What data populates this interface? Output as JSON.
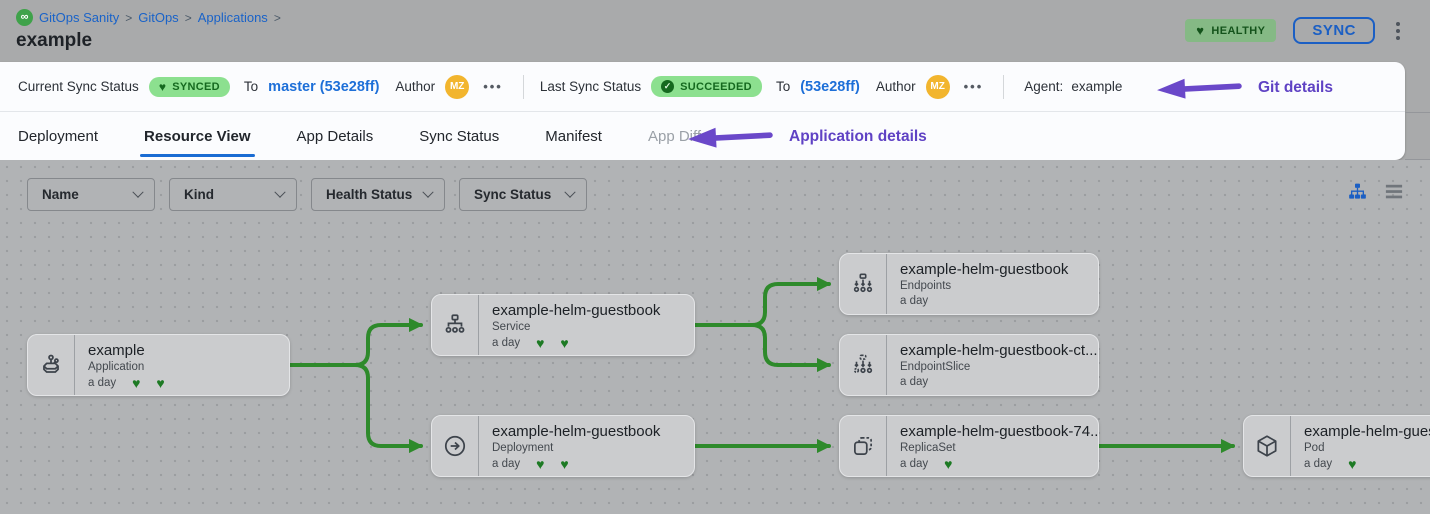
{
  "header": {
    "logo_glyph": "∞",
    "breadcrumb": {
      "items": [
        "GitOps Sanity",
        "GitOps",
        "Applications"
      ],
      "separator": ">"
    },
    "page_title": "example",
    "health_badge": "HEALTHY",
    "sync_button": "SYNC"
  },
  "icons": {
    "heart": "♥",
    "check": "✓",
    "more_horizontal": "•••"
  },
  "sync_bar": {
    "current": {
      "label": "Current Sync Status",
      "badge": "SYNCED",
      "to_label": "To",
      "revision": "master (53e28ff)",
      "author_label": "Author",
      "author_initials": "MZ"
    },
    "last": {
      "label": "Last Sync Status",
      "badge": "SUCCEEDED",
      "to_label": "To",
      "revision": "(53e28ff)",
      "author_label": "Author",
      "author_initials": "MZ"
    },
    "agent_label": "Agent:",
    "agent_value": "example",
    "annotation": "Git details"
  },
  "tabs": {
    "items": [
      {
        "label": "Deployment",
        "active": false
      },
      {
        "label": "Resource View",
        "active": true
      },
      {
        "label": "App Details",
        "active": false
      },
      {
        "label": "Sync Status",
        "active": false
      },
      {
        "label": "Manifest",
        "active": false
      },
      {
        "label": "App Diff",
        "active": false
      }
    ],
    "annotation": "Application details"
  },
  "filters": {
    "dropdowns": [
      "Name",
      "Kind",
      "Health Status",
      "Sync Status"
    ]
  },
  "graph": {
    "nodes": [
      {
        "title": "example",
        "kind": "Application",
        "age": "a day",
        "hearts": 2
      },
      {
        "title": "example-helm-guestbook",
        "kind": "Service",
        "age": "a day",
        "hearts": 2
      },
      {
        "title": "example-helm-guestbook",
        "kind": "Deployment",
        "age": "a day",
        "hearts": 2
      },
      {
        "title": "example-helm-guestbook",
        "kind": "Endpoints",
        "age": "a day",
        "hearts": 0
      },
      {
        "title": "example-helm-guestbook-ct...",
        "kind": "EndpointSlice",
        "age": "a day",
        "hearts": 0
      },
      {
        "title": "example-helm-guestbook-74...",
        "kind": "ReplicaSet",
        "age": "a day",
        "hearts": 1
      },
      {
        "title": "example-helm-guest",
        "kind": "Pod",
        "age": "a day",
        "hearts": 1
      }
    ]
  },
  "colors": {
    "accent_blue": "#1b5fc4",
    "link_blue": "#1d6fd8",
    "annotation_purple": "#5f42c4",
    "edge_green": "#2e8a2b",
    "heart_green": "#1d7a24",
    "badge_green_bg": "#8ce08f",
    "badge_green_text": "#15691f",
    "healthy_badge_bg": "#85b985",
    "avatar_orange": "#f2b52e",
    "canvas_gray": "#b1b3b5",
    "card_gray": "#cbccce"
  }
}
